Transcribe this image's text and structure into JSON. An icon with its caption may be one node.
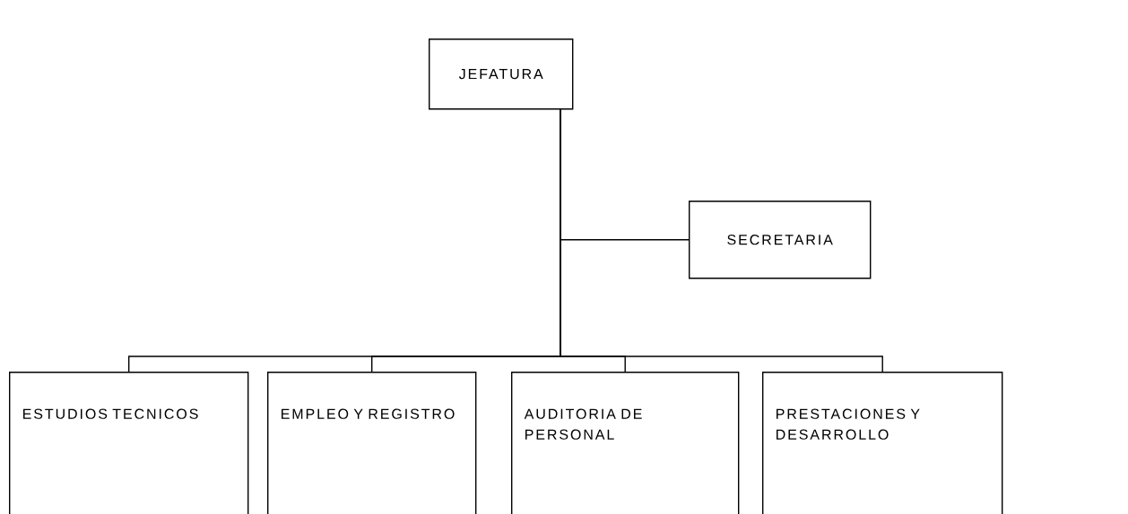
{
  "diagram": {
    "nodes": [
      {
        "text": [
          "JEFATURA"
        ]
      },
      {
        "text": [
          "SECRETARIA"
        ]
      },
      {
        "text": [
          "ESTUDIOS TECNICOS"
        ]
      },
      {
        "text": [
          "EMPLEO Y REGISTRO"
        ]
      },
      {
        "text": [
          "AUDITORIA DE PERSONAL"
        ]
      },
      {
        "text": [
          "PRESTACIONES Y DESARROLLO"
        ]
      }
    ],
    "edges": [
      {
        "from": 0,
        "to": 1,
        "arrow": "none"
      },
      {
        "from": 0,
        "to": 2,
        "arrow": "none"
      },
      {
        "from": 0,
        "to": 3,
        "arrow": "none"
      },
      {
        "from": 0,
        "to": 4,
        "arrow": "none"
      },
      {
        "from": 0,
        "to": 5,
        "arrow": "none"
      }
    ]
  }
}
